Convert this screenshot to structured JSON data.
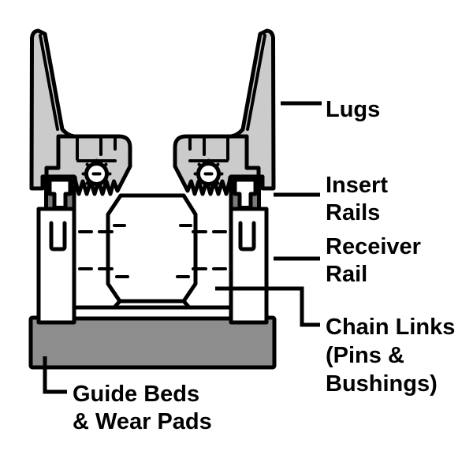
{
  "diagram": {
    "kind": "track-chain-cross-section",
    "labels": {
      "lugs": {
        "lines": [
          "Lugs"
        ]
      },
      "insert_rails": {
        "lines": [
          "Insert",
          "Rails"
        ]
      },
      "receiver_rail": {
        "lines": [
          "Receiver",
          "Rail"
        ]
      },
      "chain_links": {
        "lines": [
          "Chain Links",
          "(Pins &",
          "Bushings)"
        ]
      },
      "guide_beds": {
        "lines": [
          "Guide Beds",
          "& Wear Pads"
        ]
      }
    },
    "colors": {
      "background": "#ffffff",
      "outline": "#000000",
      "lug_gray": "#cbcbcb",
      "insert_rail_gray": "#7b7b7b",
      "bed_gray": "#8d8d8d",
      "white_part": "#ffffff",
      "label_text": "#000000"
    }
  }
}
